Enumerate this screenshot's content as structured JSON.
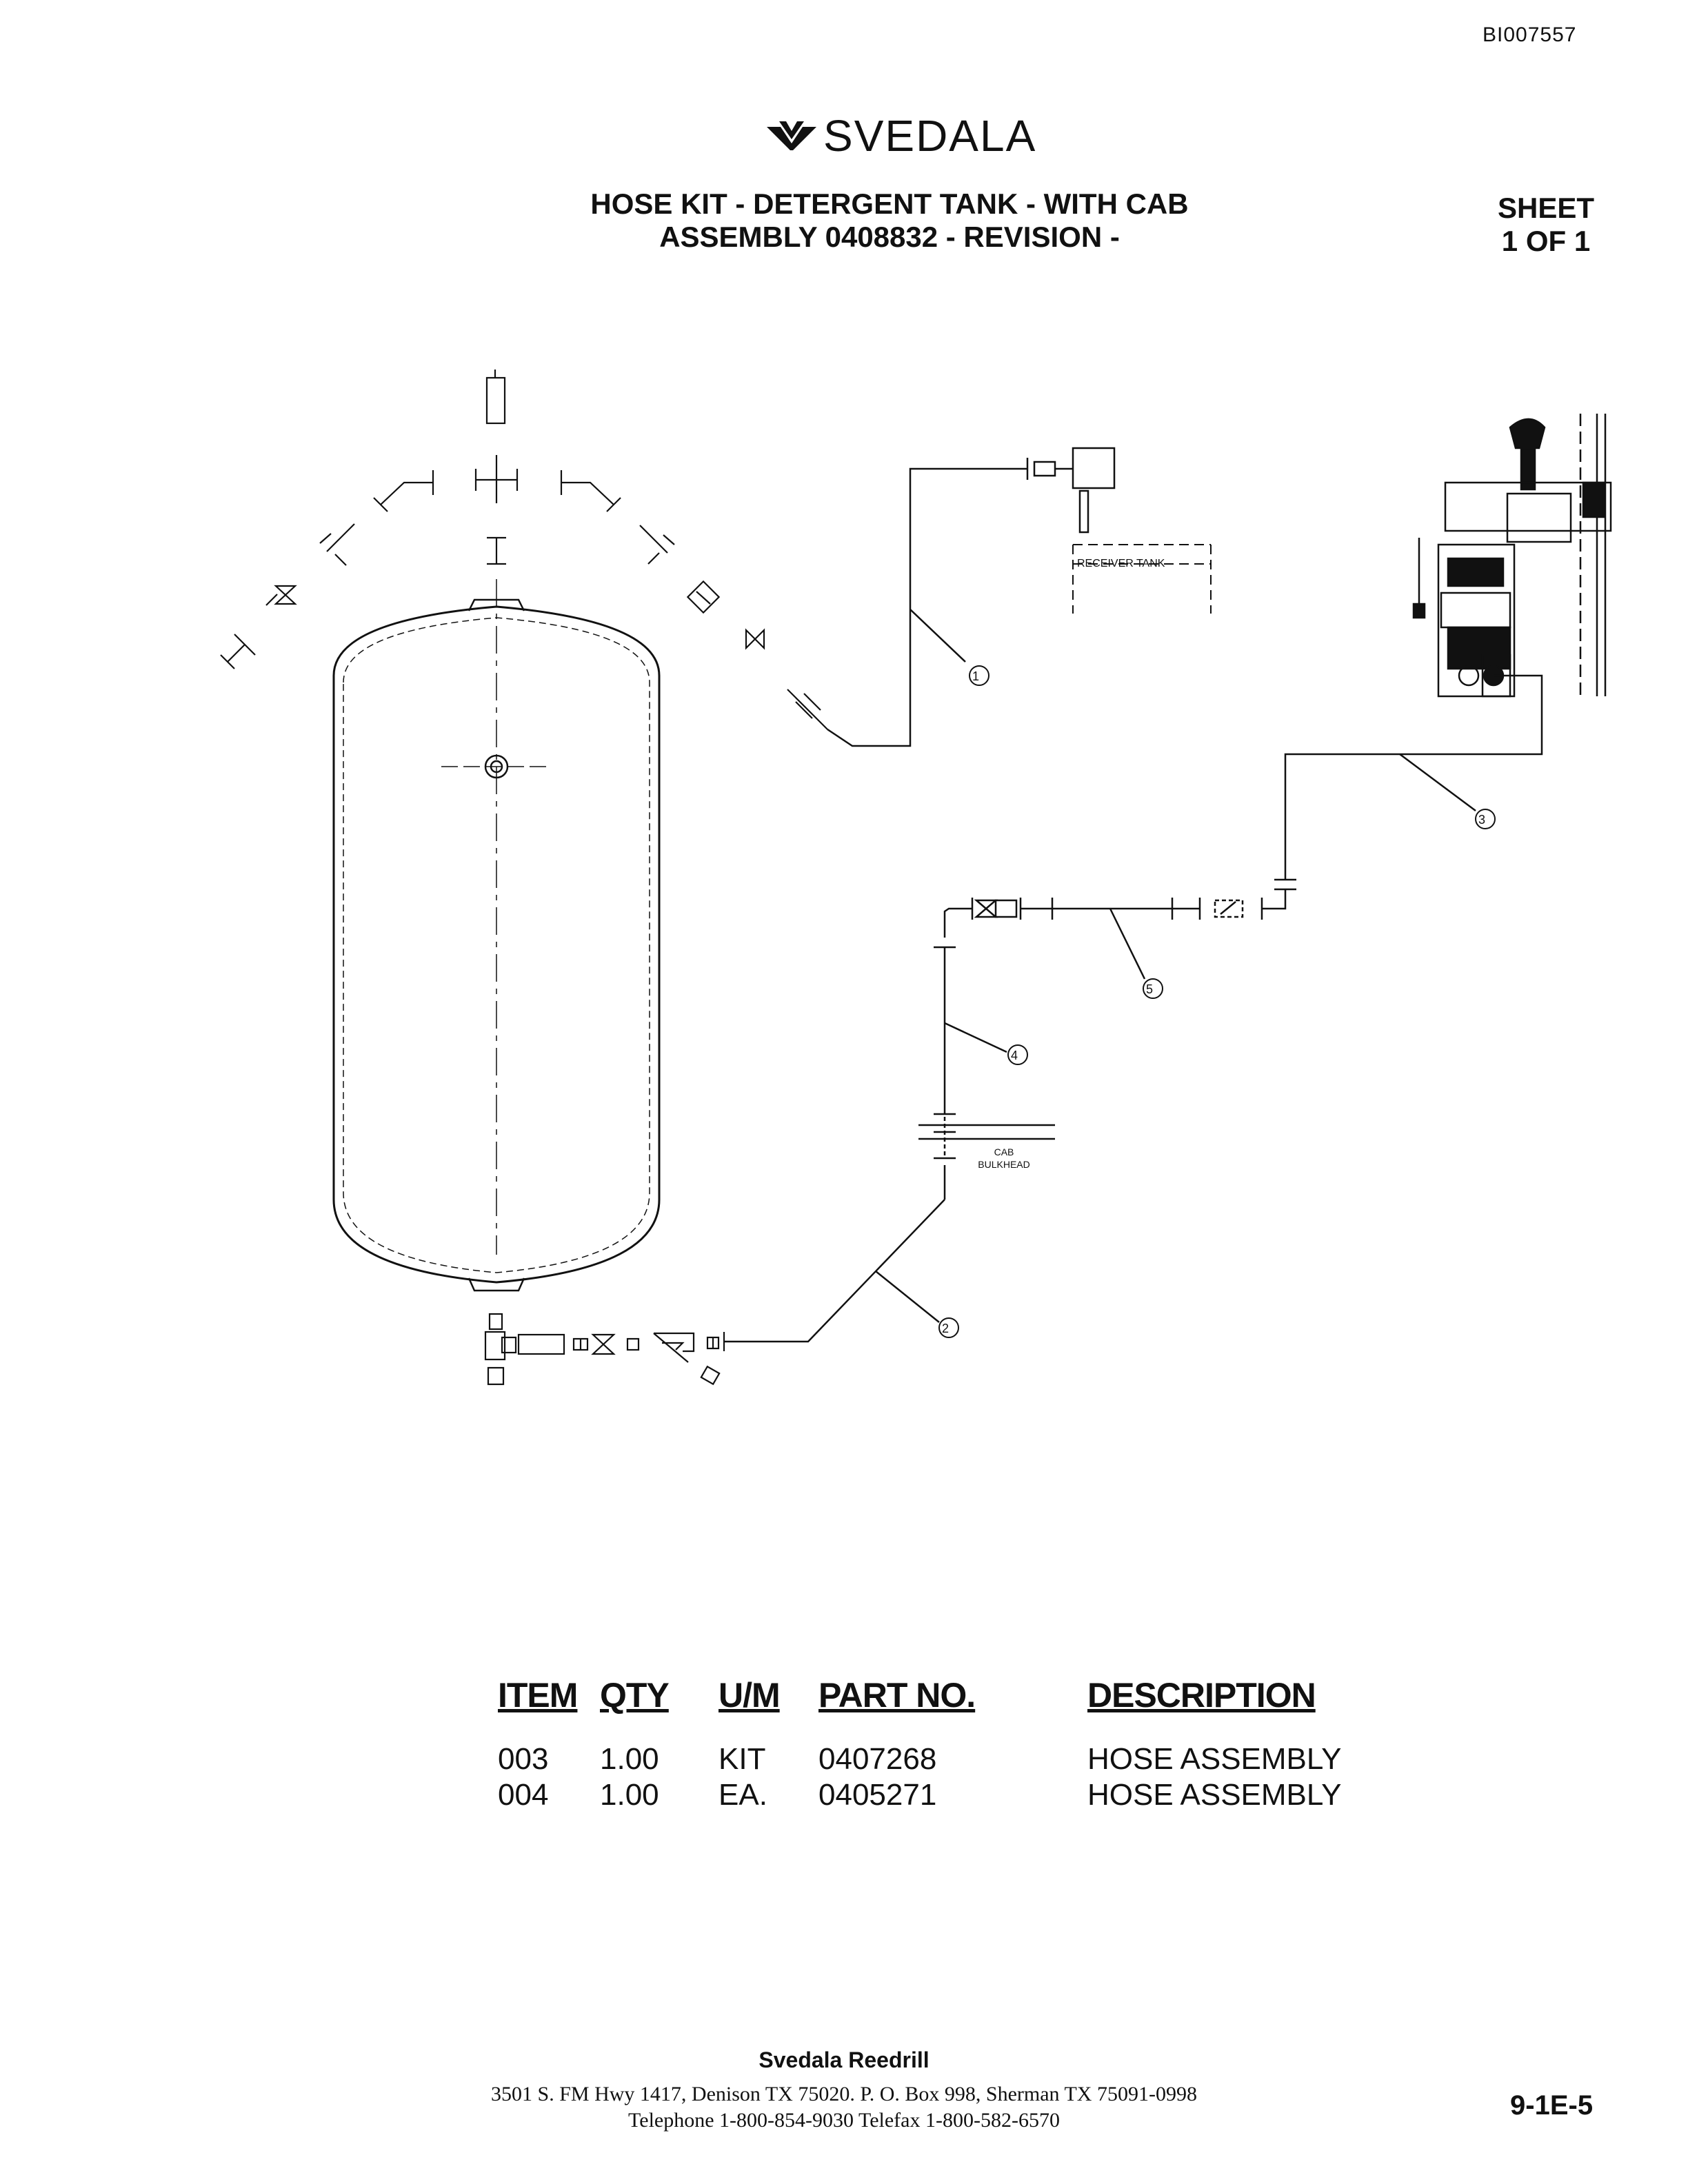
{
  "document_id": "BI007557",
  "logo": {
    "brand": "SVEDALA"
  },
  "header": {
    "title_line1": "HOSE KIT - DETERGENT TANK - WITH CAB",
    "title_line2": "ASSEMBLY 0408832 - REVISION -",
    "sheet_label": "SHEET",
    "sheet_count": "1 OF 1"
  },
  "diagram": {
    "labels": {
      "receiver_tank": "RECEIVER TANK",
      "cab": "CAB",
      "bulkhead": "BULKHEAD"
    },
    "callouts": [
      "1",
      "2",
      "3",
      "4",
      "5"
    ]
  },
  "parts_table": {
    "headers": [
      "ITEM",
      "QTY",
      "U/M",
      "PART NO.",
      "DESCRIPTION"
    ],
    "rows": [
      [
        "003",
        "1.00",
        "KIT",
        "0407268",
        "HOSE ASSEMBLY"
      ],
      [
        "004",
        "1.00",
        "EA.",
        "0405271",
        "HOSE ASSEMBLY"
      ]
    ]
  },
  "footer": {
    "company": "Svedala Reedrill",
    "address_line": "3501 S. FM Hwy 1417, Denison TX  75020.    P. O. Box 998, Sherman TX  75091-0998",
    "phone_line": "Telephone 1-800-854-9030 Telefax 1-800-582-6570",
    "page_number": "9-1E-5"
  }
}
